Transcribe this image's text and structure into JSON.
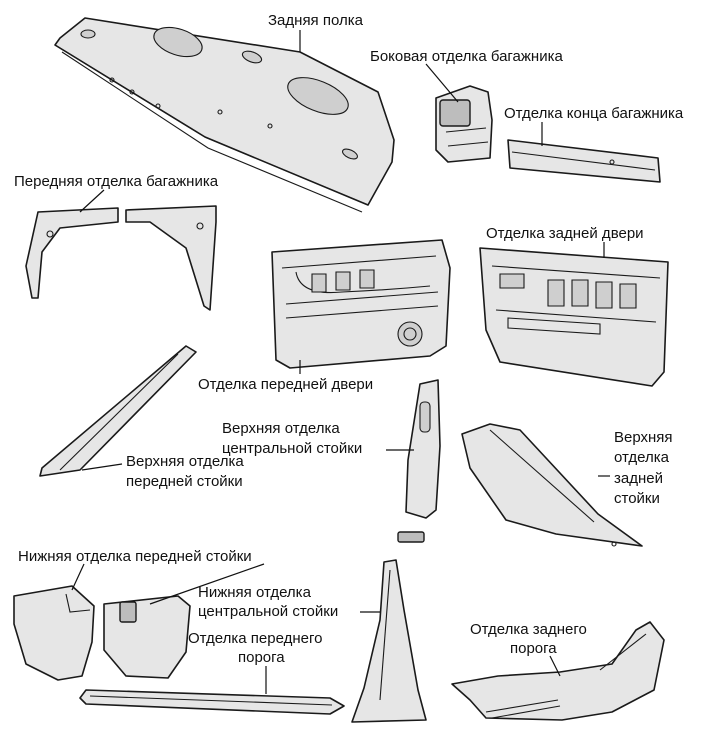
{
  "labels": {
    "rear_shelf": "Задняя полка",
    "trunk_side_trim": "Боковая отделка багажника",
    "trunk_end_trim": "Отделка конца багажника",
    "trunk_front_trim": "Передняя отделка багажника",
    "rear_door_trim": "Отделка задней двери",
    "front_door_trim": "Отделка передней двери",
    "center_pillar_upper_l1": "Верхняя отделка",
    "center_pillar_upper_l2": "центральной стойки",
    "front_pillar_upper_l1": "Верхняя отделка",
    "front_pillar_upper_l2": "передней стойки",
    "rear_pillar_upper_l1": "Верхняя",
    "rear_pillar_upper_l2": "отделка",
    "rear_pillar_upper_l3": "задней",
    "rear_pillar_upper_l4": "стойки",
    "front_pillar_lower": "Нижняя отделка передней стойки",
    "center_pillar_lower_l1": "Нижняя отделка",
    "center_pillar_lower_l2": "центральной стойки",
    "front_sill_l1": "Отделка переднего",
    "front_sill_l2": "порога",
    "rear_sill_l1": "Отделка заднего",
    "rear_sill_l2": "порога"
  }
}
